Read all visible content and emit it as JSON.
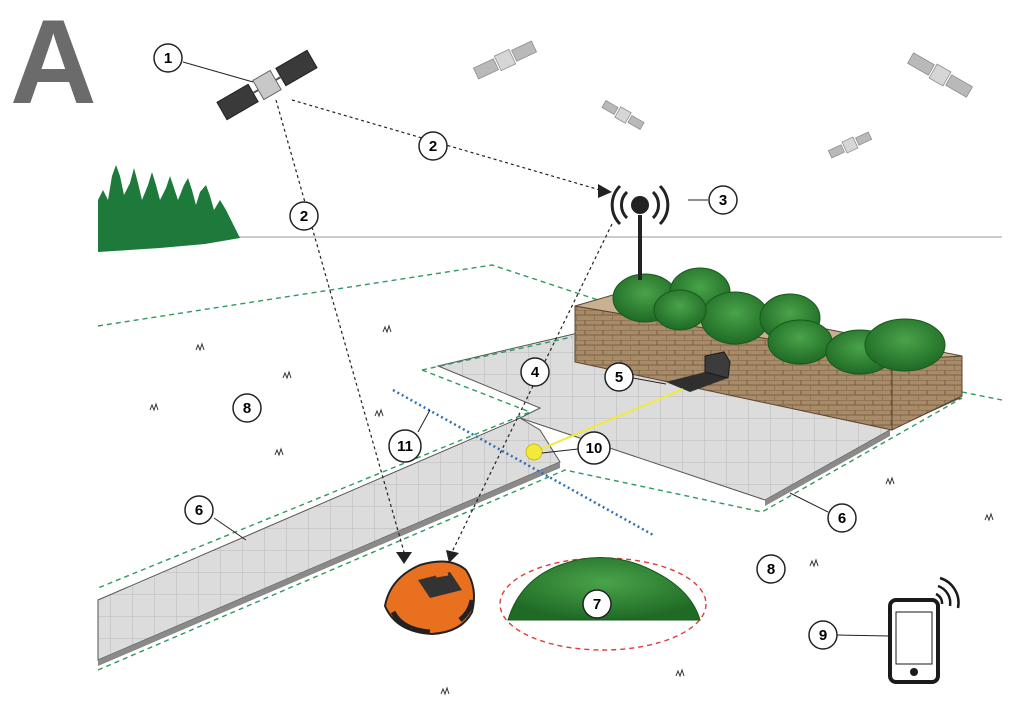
{
  "figure": {
    "letter": "A"
  },
  "callouts": {
    "c1": "1",
    "c2a": "2",
    "c2b": "2",
    "c3": "3",
    "c4": "4",
    "c5": "5",
    "c6a": "6",
    "c6b": "6",
    "c7": "7",
    "c8a": "8",
    "c8b": "8",
    "c9": "9",
    "c10": "10",
    "c11": "11"
  },
  "colors": {
    "boundary": "#2e9a5e",
    "guide_wire": "#2f6fb5",
    "obstacle_ring": "#e03a3a",
    "signal": "#f2ea3a",
    "mower": "#e8701e",
    "hedge": "#2c7a2c",
    "wall": "#9a7d5c",
    "paving": "#d8d8d8",
    "trees": "#1e7a3a"
  },
  "icons": {
    "satellite": "satellite-icon",
    "reference_station": "rtk-antenna-icon",
    "charging_station": "charging-station-icon",
    "robotic_mower": "robotic-mower-icon",
    "smartphone": "smartphone-icon"
  }
}
